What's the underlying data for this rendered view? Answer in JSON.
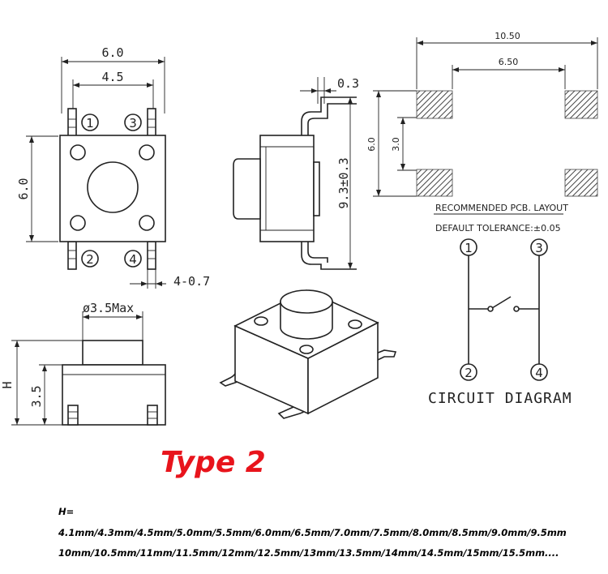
{
  "dimensions": {
    "top_width_outer": "6.0",
    "top_width_inner": "4.5",
    "top_height": "6.0",
    "pin_width": "4-0.7",
    "side_lead_thickness": "0.3",
    "side_height": "9.3±0.3",
    "front_cap_diameter": "ø3.5Max",
    "front_h": "H",
    "front_body_height": "3.5"
  },
  "pcb_layout": {
    "outer_width": "10.50",
    "inner_width": "6.50",
    "outer_height": "6.0",
    "inner_height": "3.0",
    "title": "RECOMMENDED PCB. LAYOUT",
    "tolerance": "DEFAULT TOLERANCE:±0.05"
  },
  "pins": {
    "p1": "1",
    "p2": "2",
    "p3": "3",
    "p4": "4"
  },
  "circuit": {
    "title": "CIRCUIT DIAGRAM"
  },
  "type_title": "Type 2",
  "h_values": {
    "label": "H=",
    "line1": "4.1mm/4.3mm/4.5mm/5.0mm/5.5mm/6.0mm/6.5mm/7.0mm/7.5mm/8.0mm/8.5mm/9.0mm/9.5mm",
    "line2": "10mm/10.5mm/11mm/11.5mm/12mm/12.5mm/13mm/13.5mm/14mm/14.5mm/15mm/15.5mm...."
  }
}
